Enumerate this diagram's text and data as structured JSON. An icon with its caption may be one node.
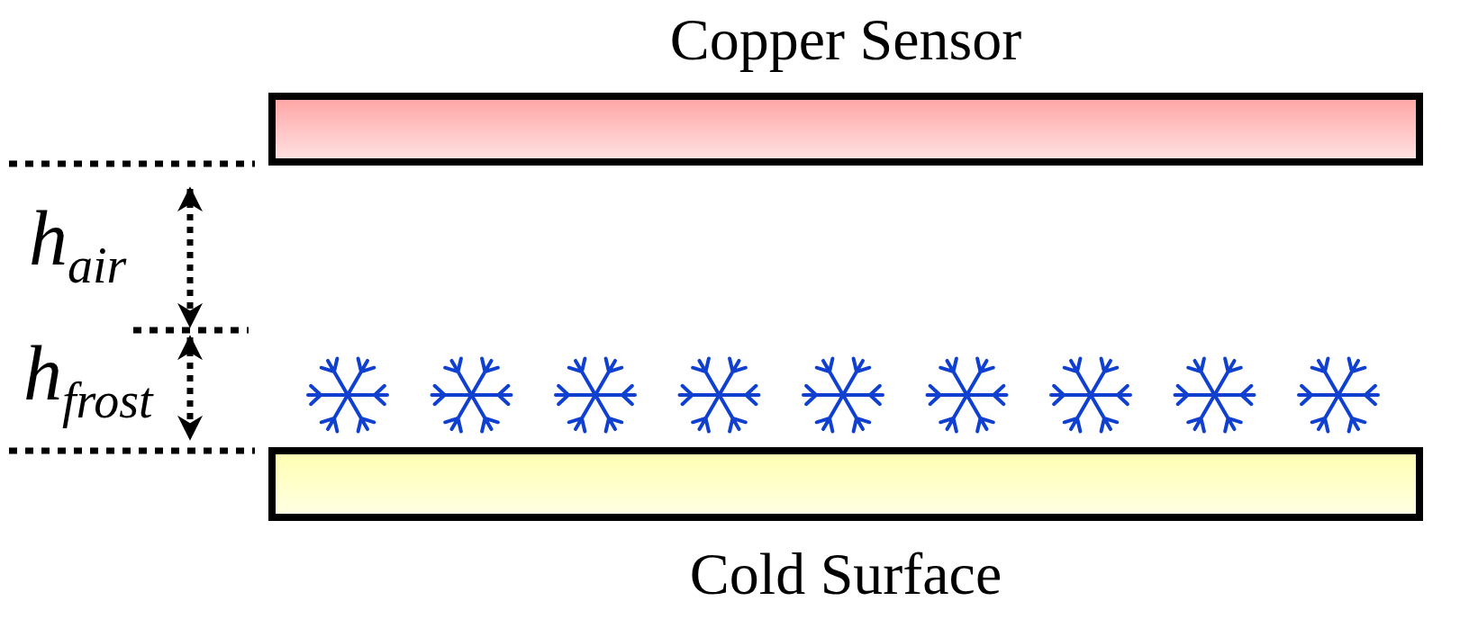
{
  "diagram": {
    "nodes": [
      {
        "text": [
          "Copper Sensor"
        ]
      },
      {
        "text": [
          "Cold Surface"
        ]
      }
    ],
    "labels": [
      "h$_{air}$",
      "h$_{frost}$"
    ]
  }
}
